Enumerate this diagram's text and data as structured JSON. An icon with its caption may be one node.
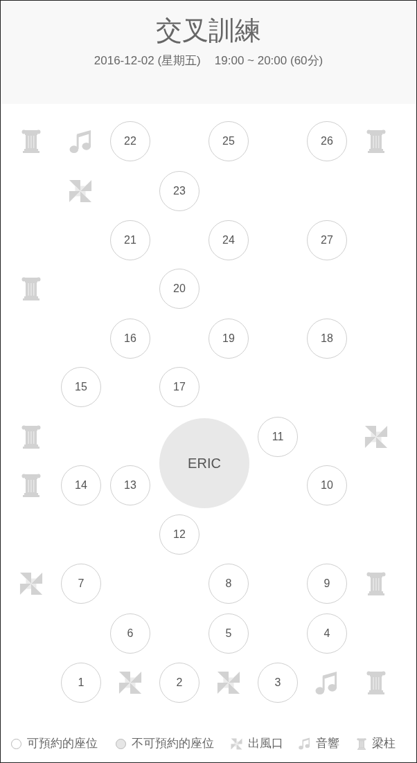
{
  "diagram": {
    "title": "交叉訓練",
    "nodes": [
      {
        "text": [
          "22"
        ]
      },
      {
        "text": [
          "25"
        ]
      },
      {
        "text": [
          "26"
        ]
      },
      {
        "text": [
          "23"
        ]
      },
      {
        "text": [
          "21"
        ]
      },
      {
        "text": [
          "24"
        ]
      },
      {
        "text": [
          "27"
        ]
      },
      {
        "text": [
          "20"
        ]
      },
      {
        "text": [
          "16"
        ]
      },
      {
        "text": [
          "19"
        ]
      },
      {
        "text": [
          "18"
        ]
      },
      {
        "text": [
          "15"
        ]
      },
      {
        "text": [
          "17"
        ]
      },
      {
        "text": [
          "11"
        ]
      },
      {
        "text": [
          "ERIC"
        ]
      },
      {
        "text": [
          "14"
        ]
      },
      {
        "text": [
          "13"
        ]
      },
      {
        "text": [
          "10"
        ]
      },
      {
        "text": [
          "12"
        ]
      },
      {
        "text": [
          "7"
        ]
      },
      {
        "text": [
          "8"
        ]
      },
      {
        "text": [
          "9"
        ]
      },
      {
        "text": [
          "6"
        ]
      },
      {
        "text": [
          "5"
        ]
      },
      {
        "text": [
          "4"
        ]
      },
      {
        "text": [
          "1"
        ]
      },
      {
        "text": [
          "2"
        ]
      },
      {
        "text": [
          "3"
        ]
      }
    ],
    "labels": [
      "2016-12-02 (星期五)",
      "19:00 ~ 20:00 (60分)"
    ],
    "legend": [
      {
        "text": "可預約的座位"
      },
      {
        "text": "不可預約的座位",
        "color": "#e6e6e6"
      },
      {
        "text": "出風口"
      },
      {
        "text": "音響"
      },
      {
        "text": "梁柱"
      }
    ]
  }
}
